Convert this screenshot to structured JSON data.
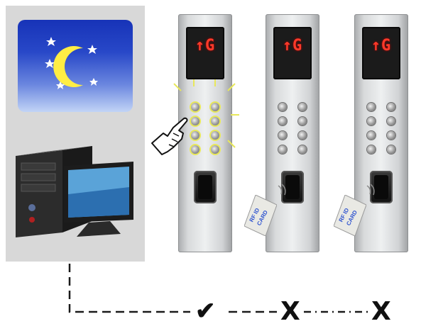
{
  "left_panel": {
    "night_scene": {
      "icons": [
        "moon-icon",
        "star-icon"
      ],
      "sky_color": "#1e3cc0"
    },
    "computer": {
      "icons": [
        "desktop-tower-icon",
        "monitor-icon"
      ]
    }
  },
  "elevator_panels": [
    {
      "floor_display": "↑G",
      "access_mode": "button-press",
      "card_label_top": "",
      "card_label_bottom": ""
    },
    {
      "floor_display": "↑G",
      "access_mode": "rf-id-card",
      "card_label_top": "RF ID",
      "card_label_bottom": "CARD"
    },
    {
      "floor_display": "↑G",
      "access_mode": "rf-id-card",
      "card_label_top": "RF ID",
      "card_label_bottom": "CARD"
    }
  ],
  "status_marks": [
    {
      "symbol": "✔",
      "meaning": "allowed"
    },
    {
      "symbol": "X",
      "meaning": "denied"
    },
    {
      "symbol": "X",
      "meaning": "denied"
    }
  ],
  "colors": {
    "panel_bg": "#d8d8d8",
    "display_text": "#ff3a2a",
    "card_text": "#3055d0",
    "glow": "#e8e85a"
  }
}
